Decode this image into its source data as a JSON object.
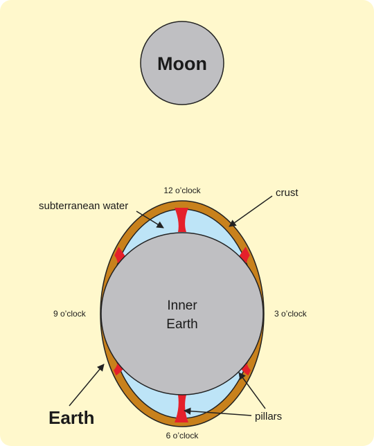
{
  "colors": {
    "background": "#fff8cc",
    "moon_fill": "#bfbfc2",
    "crust": "#c8811c",
    "water": "#bde4f7",
    "pillar": "#e5202b",
    "outline": "#222222"
  },
  "labels": {
    "moon": "Moon",
    "twelve": "12  o’clock",
    "crust": "crust",
    "water": "subterranean water",
    "nine": "9  o’clock",
    "three": "3  o’clock",
    "inner_1": "Inner",
    "inner_2": "Earth",
    "earth": "Earth",
    "pillars": "pillars",
    "six": "6  o’clock"
  }
}
